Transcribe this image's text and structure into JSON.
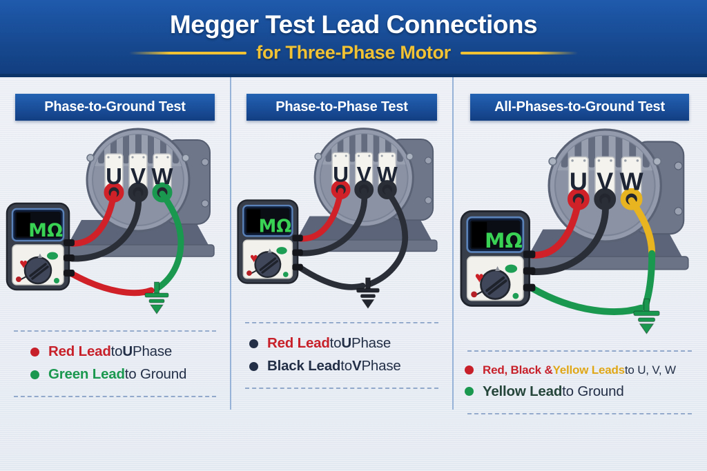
{
  "header": {
    "title": "Megger Test Lead Connections",
    "subtitle": "for Three-Phase Motor"
  },
  "colors": {
    "red": "#c8202a",
    "green": "#1b9850",
    "dark": "#232f47",
    "gold": "#e0a719",
    "dark_green": "#24453a",
    "header_blue": "#1a4f9f",
    "banner_gold": "#f1c233"
  },
  "megger": {
    "display": "MΩ"
  },
  "panels": [
    {
      "title": "Phase-to-Ground Test",
      "terminals": [
        "U",
        "V",
        "W"
      ],
      "leads": {
        "u": "#d02028",
        "v": "#2a2e36",
        "w_upper": "#1b9850",
        "w_lower": "#1b9850",
        "earth": "#d02028",
        "ground": "#1b9850"
      },
      "bullets": [
        {
          "dot": "red",
          "parts": [
            {
              "t": "Red Lead",
              "c": "red",
              "b": true
            },
            {
              "t": " to ",
              "c": "dark"
            },
            {
              "t": "U",
              "c": "dark",
              "b": true
            },
            {
              "t": " Phase",
              "c": "dark"
            }
          ]
        },
        {
          "dot": "green",
          "parts": [
            {
              "t": "Green Lead",
              "c": "green",
              "b": true
            },
            {
              "t": " to Ground",
              "c": "dark"
            }
          ]
        }
      ]
    },
    {
      "title": "Phase-to-Phase Test",
      "terminals": [
        "U",
        "V",
        "W"
      ],
      "leads": {
        "u": "#d02028",
        "v": "#2a2e36",
        "w_upper": "#2a2e36",
        "w_lower": "#2a2e36",
        "earth": "#2a2e36",
        "ground": "#23262e"
      },
      "bullets": [
        {
          "dot": "dark",
          "parts": [
            {
              "t": "Red Lead",
              "c": "red",
              "b": true
            },
            {
              "t": " to ",
              "c": "dark"
            },
            {
              "t": "U",
              "c": "dark",
              "b": true
            },
            {
              "t": " Phase",
              "c": "dark"
            }
          ]
        },
        {
          "dot": "dark",
          "parts": [
            {
              "t": "Black Lead",
              "c": "dark",
              "b": true
            },
            {
              "t": " to ",
              "c": "dark"
            },
            {
              "t": "V",
              "c": "dark",
              "b": true
            },
            {
              "t": " Phase",
              "c": "dark"
            }
          ]
        }
      ]
    },
    {
      "title": "All-Phases-to-Ground Test",
      "terminals": [
        "U",
        "V",
        "W"
      ],
      "leads": {
        "u": "#d02028",
        "v": "#2a2e36",
        "w_upper": "#e8b41f",
        "w_lower": "#1b9850",
        "earth": "#1b9850",
        "ground": "#1b9850"
      },
      "bullets": [
        {
          "dot": "red",
          "parts": [
            {
              "t": "Red, Black & ",
              "c": "red",
              "b": true
            },
            {
              "t": "Yellow Leads",
              "c": "gold",
              "b": true
            },
            {
              "t": " to U, V, W",
              "c": "dark"
            }
          ]
        },
        {
          "dot": "green",
          "parts": [
            {
              "t": "Yellow Lead",
              "c": "dark_green",
              "b": true
            },
            {
              "t": " to Ground",
              "c": "dark"
            }
          ]
        }
      ]
    }
  ]
}
